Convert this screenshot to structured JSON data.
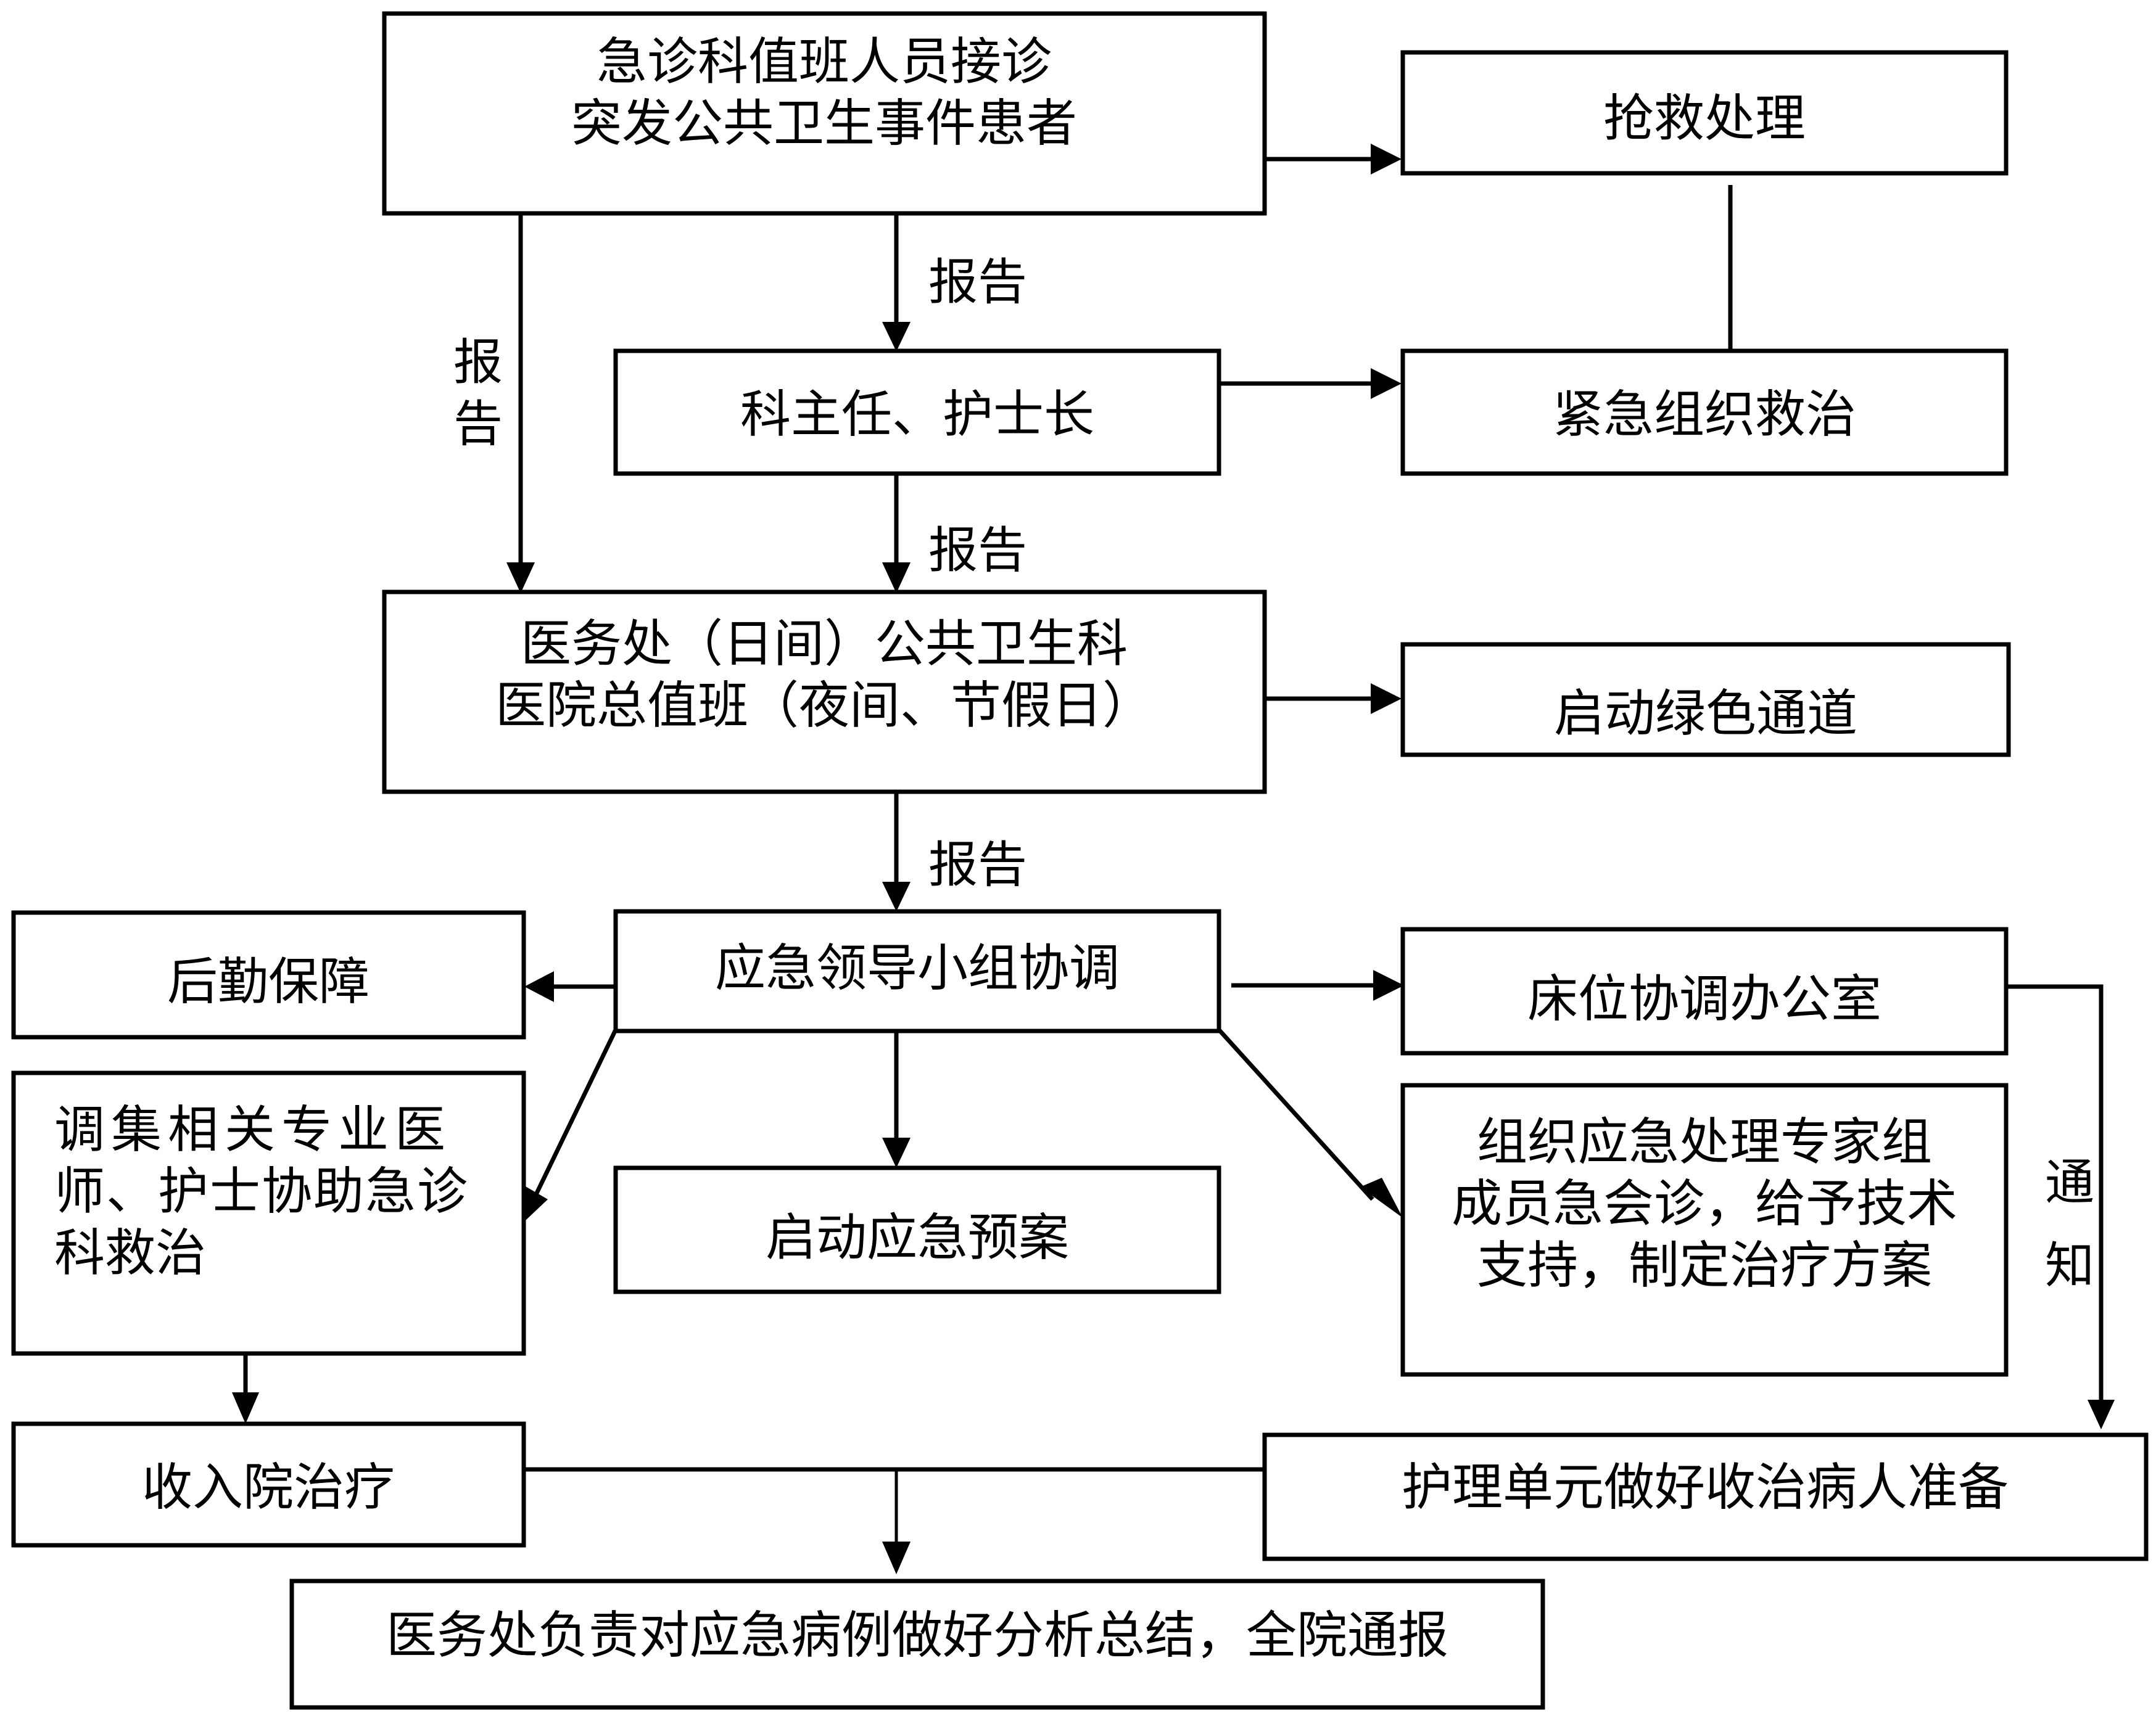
{
  "diagram": {
    "type": "flowchart",
    "nodes": {
      "er_staff": {
        "lines": [
          "急诊科值班人员接诊",
          "突发公共卫生事件患者"
        ]
      },
      "rescue": {
        "lines": [
          "抢救处理"
        ]
      },
      "director": {
        "lines": [
          "科主任、护士长"
        ]
      },
      "urgent_org": {
        "lines": [
          "紧急组织救治"
        ]
      },
      "medical_office": {
        "lines": [
          "医务处（日间）公共卫生科",
          "医院总值班（夜间、节假日）"
        ]
      },
      "green_channel": {
        "lines": [
          "启动绿色通道"
        ]
      },
      "leadership": {
        "lines": [
          "应急领导小组协调"
        ]
      },
      "logistics": {
        "lines": [
          "后勤保障"
        ]
      },
      "bed_office": {
        "lines": [
          "床位协调办公室"
        ]
      },
      "dispatch": {
        "lines": [
          "调集相关专业医",
          "师、护士协助急诊",
          "科救治"
        ]
      },
      "emergency_plan": {
        "lines": [
          "启动应急预案"
        ]
      },
      "experts": {
        "lines": [
          "组织应急处理专家组",
          "成员急会诊，给予技术",
          "支持，制定治疗方案"
        ]
      },
      "admission": {
        "lines": [
          "收入院治疗"
        ]
      },
      "nursing_unit": {
        "lines": [
          "护理单元做好收治病人准备"
        ]
      },
      "summary": {
        "lines": [
          "医务处负责对应急病例做好分析总结，全院通报"
        ]
      }
    },
    "edge_labels": {
      "report_1": "报告",
      "report_left_1": "报",
      "report_left_2": "告",
      "report_2": "报告",
      "report_3": "报告",
      "notify_1": "通",
      "notify_2": "知"
    },
    "edges": [
      {
        "from": "er_staff",
        "to": "rescue",
        "label": ""
      },
      {
        "from": "er_staff",
        "to": "director",
        "label": "报告"
      },
      {
        "from": "er_staff",
        "to": "medical_office",
        "label": "报告"
      },
      {
        "from": "rescue",
        "to": "urgent_org",
        "label": ""
      },
      {
        "from": "director",
        "to": "urgent_org",
        "label": ""
      },
      {
        "from": "director",
        "to": "medical_office",
        "label": "报告"
      },
      {
        "from": "medical_office",
        "to": "green_channel",
        "label": ""
      },
      {
        "from": "medical_office",
        "to": "leadership",
        "label": "报告"
      },
      {
        "from": "leadership",
        "to": "logistics",
        "label": ""
      },
      {
        "from": "leadership",
        "to": "dispatch",
        "label": ""
      },
      {
        "from": "leadership",
        "to": "emergency_plan",
        "label": ""
      },
      {
        "from": "leadership",
        "to": "bed_office",
        "label": ""
      },
      {
        "from": "leadership",
        "to": "experts",
        "label": ""
      },
      {
        "from": "bed_office",
        "to": "nursing_unit",
        "label": "通知"
      },
      {
        "from": "dispatch",
        "to": "admission",
        "label": ""
      },
      {
        "from": "admission",
        "to": "summary",
        "label": ""
      },
      {
        "from": "nursing_unit",
        "to": "summary",
        "label": ""
      }
    ]
  }
}
